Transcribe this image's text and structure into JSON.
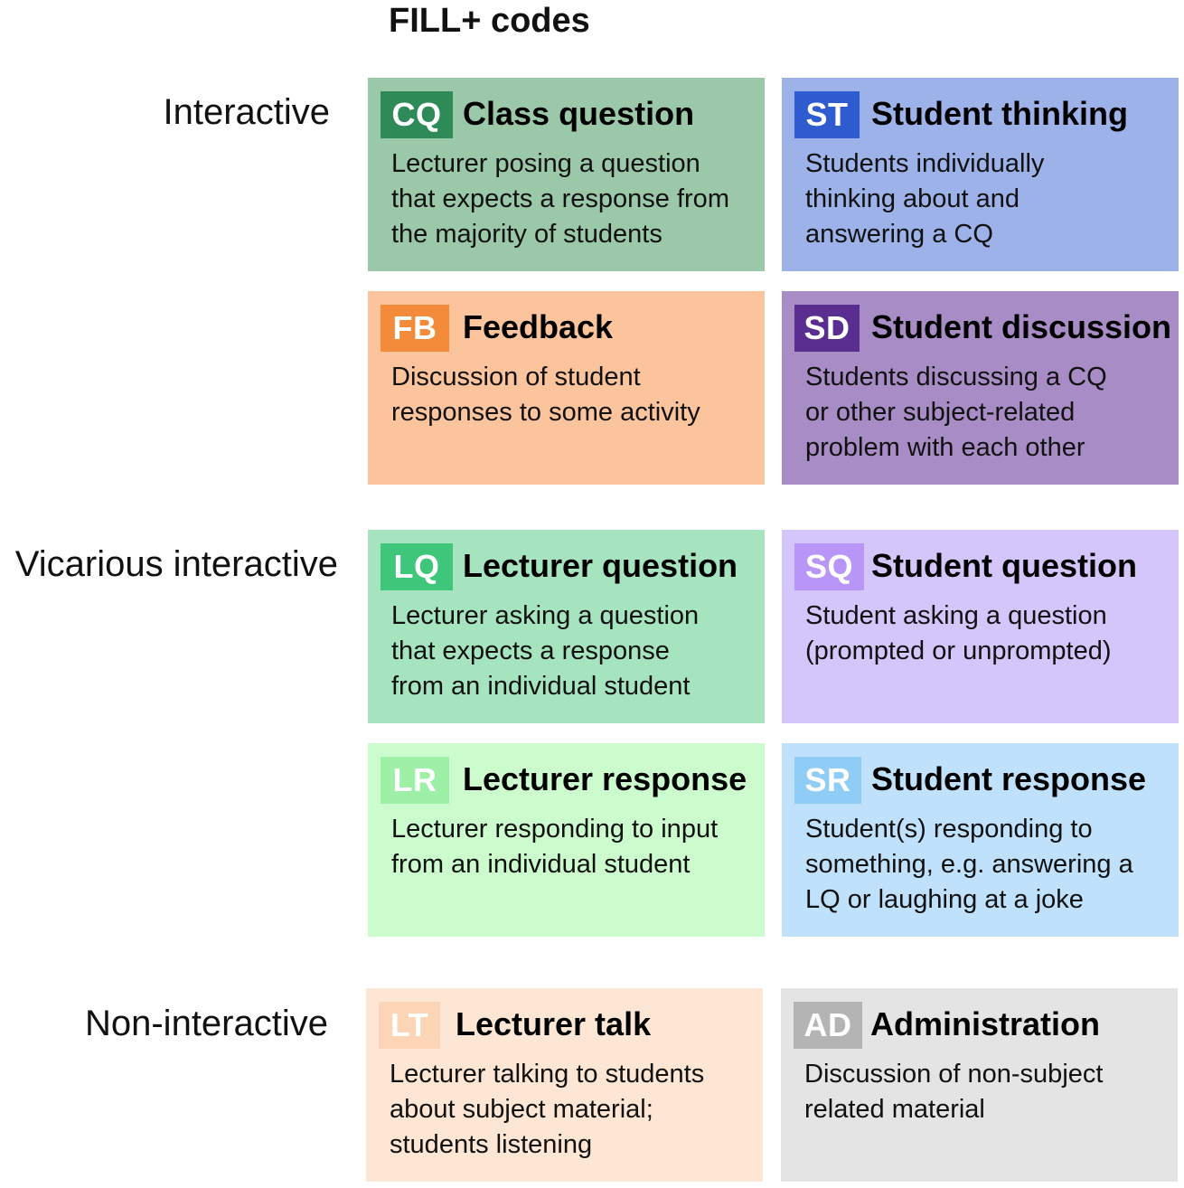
{
  "title": "FILL+ codes",
  "groups": {
    "interactive": "Interactive",
    "vicarious": "Vicarious interactive",
    "non_interactive": "Non-interactive"
  },
  "cards": {
    "cq": {
      "code": "CQ",
      "title": "Class question",
      "desc": [
        "Lecturer posing a question",
        "that expects a response from",
        "the majority of students"
      ],
      "bg": "#9bc8a9",
      "badge": "#2e8b57"
    },
    "st": {
      "code": "ST",
      "title": "Student thinking",
      "desc": [
        "Students individually",
        "thinking about and",
        "answering a CQ"
      ],
      "bg": "#9eb2ea",
      "badge": "#2f5bd1"
    },
    "fb": {
      "code": "FB",
      "title": "Feedback",
      "desc": [
        "Discussion of student",
        "responses to some activity"
      ],
      "bg": "#fcc49d",
      "badge": "#f38b3a"
    },
    "sd": {
      "code": "SD",
      "title": "Student discussion",
      "desc": [
        "Students discussing a CQ",
        "or other subject-related",
        "problem with each other"
      ],
      "bg": "#a88cc6",
      "badge": "#5a2d91"
    },
    "lq": {
      "code": "LQ",
      "title": "Lecturer question",
      "desc": [
        "Lecturer asking a question",
        "that expects a response",
        "from an individual student"
      ],
      "bg": "#a5e4be",
      "badge": "#3ec77a"
    },
    "sq": {
      "code": "SQ",
      "title": "Student question",
      "desc": [
        "Student asking a question",
        "(prompted or unprompted)"
      ],
      "bg": "#d4c5fb",
      "badge": "#b896f7"
    },
    "lr": {
      "code": "LR",
      "title": "Lecturer response",
      "desc": [
        "Lecturer responding to input",
        "from an individual student"
      ],
      "bg": "#ccfcce",
      "badge": "#9ef0a6"
    },
    "sr": {
      "code": "SR",
      "title": "Student response",
      "desc": [
        "Student(s) responding to",
        "something, e.g. answering a",
        "LQ or laughing at a joke"
      ],
      "bg": "#c0e1fb",
      "badge": "#8fcdf7"
    },
    "lt": {
      "code": "LT",
      "title": "Lecturer talk",
      "desc": [
        "Lecturer talking to students",
        "about subject material;",
        "students listening"
      ],
      "bg": "#fde6d3",
      "badge": "#fbd5b5"
    },
    "ad": {
      "code": "AD",
      "title": "Administration",
      "desc": [
        "Discussion of non-subject",
        "related material"
      ],
      "bg": "#e4e4e4",
      "badge": "#b4b4b4"
    }
  }
}
